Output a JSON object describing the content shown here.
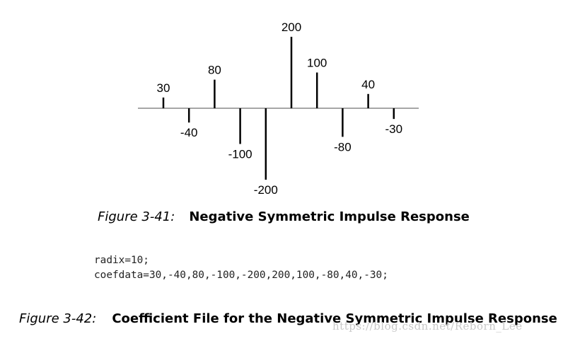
{
  "chart_data": {
    "type": "stem",
    "values": [
      30,
      -40,
      80,
      -100,
      -200,
      200,
      100,
      -80,
      40,
      -30
    ],
    "labels": [
      "30",
      "-40",
      "80",
      "-100",
      "-200",
      "200",
      "100",
      "-80",
      "40",
      "-30"
    ]
  },
  "figure_341": {
    "number": "Figure 3-41:",
    "title": "Negative Symmetric Impulse Response"
  },
  "code": {
    "line1": "radix=10;",
    "line2": "coefdata=30,-40,80,-100,-200,200,100,-80,40,-30;"
  },
  "figure_342": {
    "number": "Figure 3-42:",
    "title": "Coefficient File for the Negative Symmetric Impulse Response"
  },
  "watermark": "https://blog.csdn.net/Reborn_Lee"
}
